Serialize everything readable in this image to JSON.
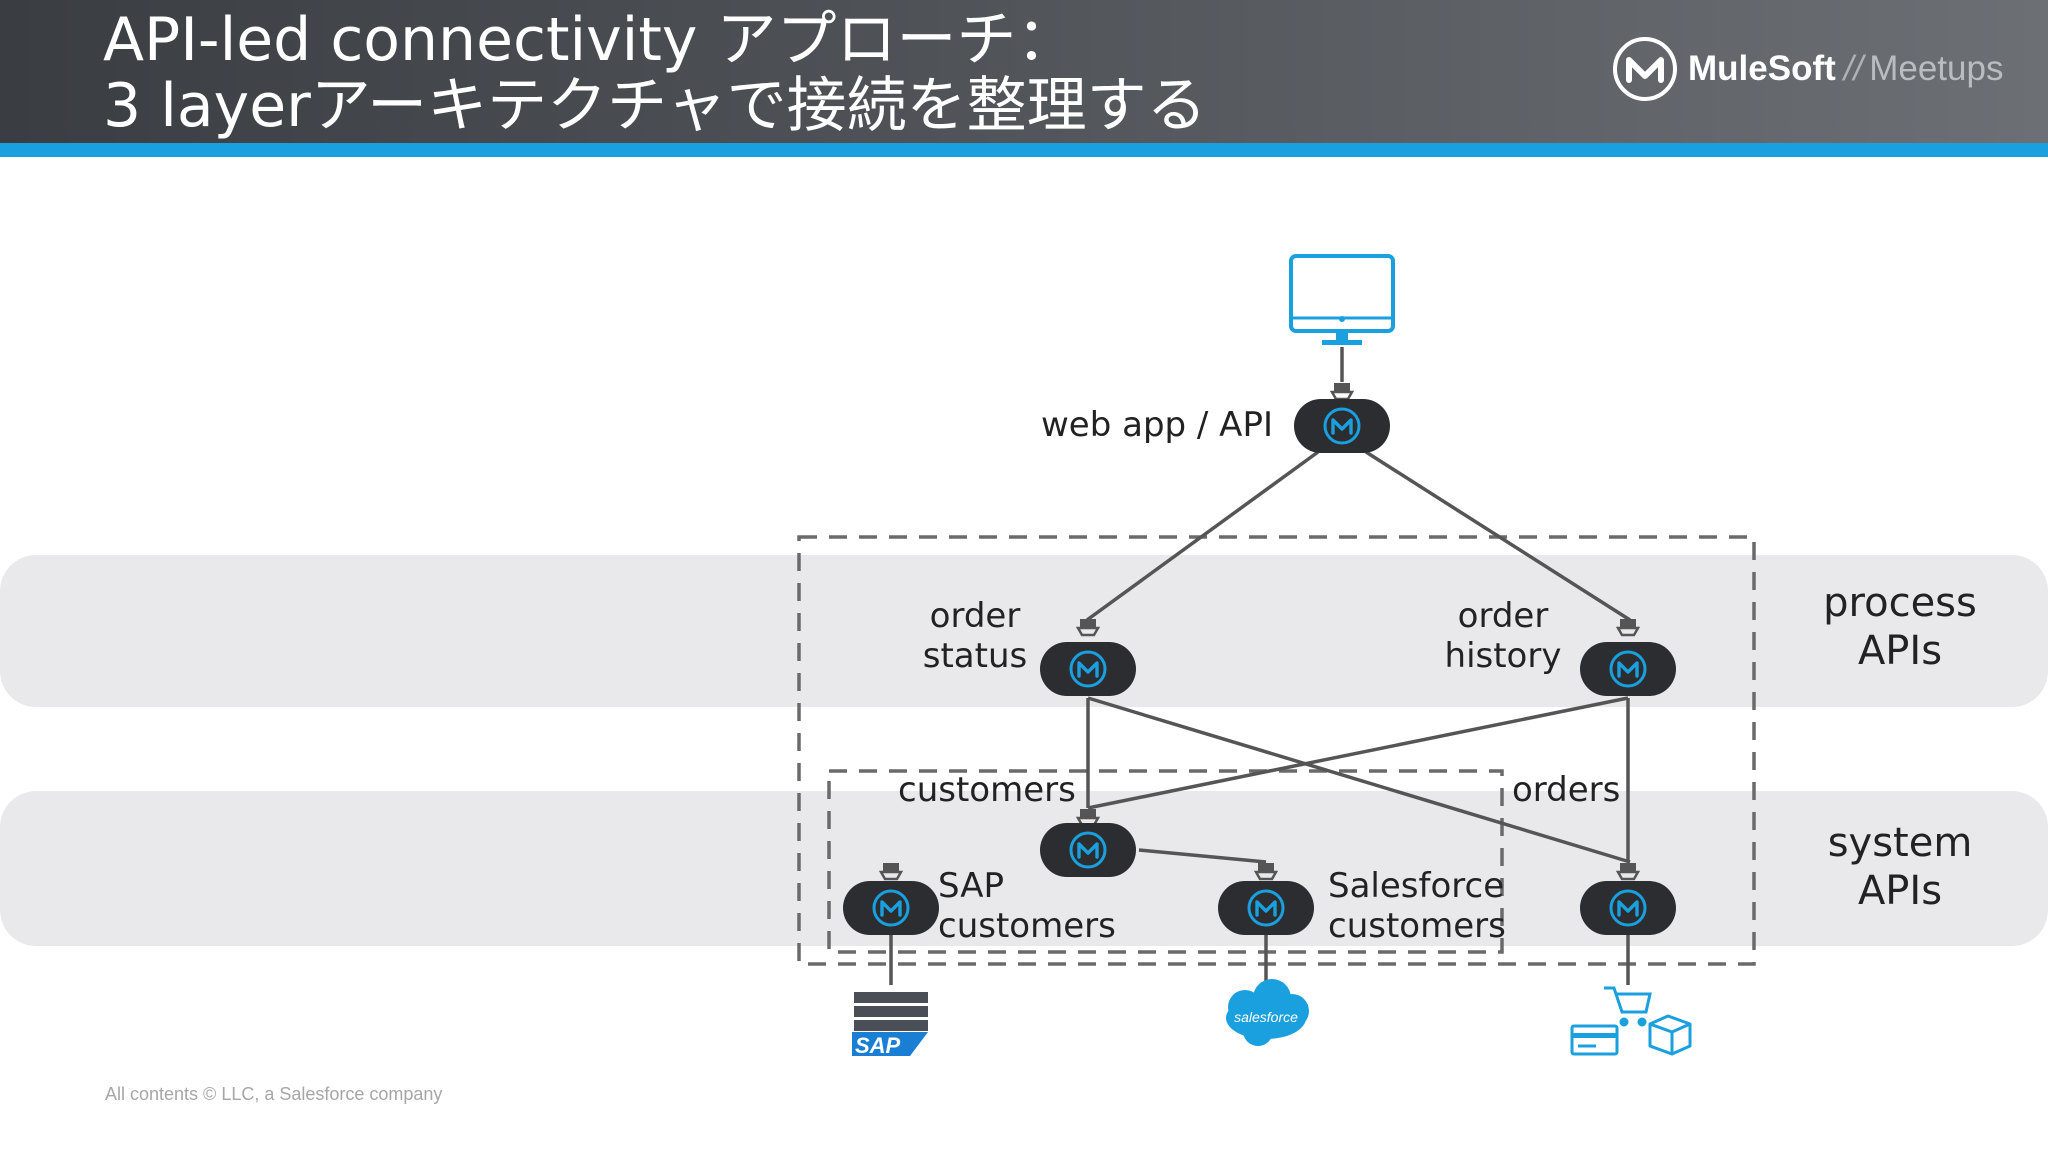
{
  "header": {
    "title_line_1": "API-led connectivity アプローチ：",
    "title_line_2": "3 layerアーキテクチャで接続を整理する",
    "brand_name": "MuleSoft",
    "brand_separator": "//",
    "brand_sub": "Meetups"
  },
  "diagram": {
    "nodes": {
      "web_app_api": "web app / API",
      "order_status": [
        "order",
        "status"
      ],
      "order_history": [
        "order",
        "history"
      ],
      "customers": "customers",
      "orders": "orders",
      "sap_customers": [
        "SAP",
        "customers"
      ],
      "salesforce_customers": [
        "Salesforce",
        "customers"
      ]
    },
    "layers": {
      "process": [
        "process",
        "APIs"
      ],
      "system": [
        "system",
        "APIs"
      ]
    },
    "endpoints": {
      "sap_logo_text": "SAP",
      "salesforce_logo_text": "salesforce"
    }
  },
  "footer": {
    "text": "All contents © LLC, a Salesforce company"
  },
  "colors": {
    "header_dark": "#3a3d42",
    "accent_blue": "#1aa0de",
    "node_fill": "#2b2d31",
    "layer_band": "#e9e9eb",
    "line": "#555555"
  },
  "icons": [
    "mulesoft-logo-icon",
    "monitor-icon",
    "api-node-icon",
    "sap-server-icon",
    "salesforce-cloud-icon",
    "shopping-cart-icon",
    "credit-card-icon",
    "boxes-icon"
  ]
}
